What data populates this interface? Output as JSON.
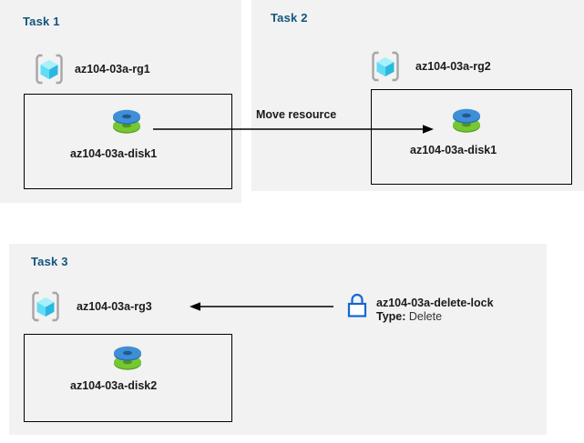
{
  "diagram": {
    "title": "Azure resource group tasks diagram",
    "colors": {
      "panel_background": "#f2f2f2",
      "page_background": "#ffffff",
      "task_heading": "#11557c",
      "box_border": "#000000",
      "arrow": "#000000",
      "disk_top": "#3a8ad8",
      "disk_bottom": "#6cb72e",
      "lock": "#1266d6",
      "rg_cube": "#5ce0f5",
      "rg_bracket": "#a6a6a6"
    }
  },
  "tasks": [
    {
      "id": "task1",
      "title": "Task 1",
      "resource_group": {
        "icon": "resource-group-icon",
        "label": "az104-03a-rg1"
      },
      "resource": {
        "icon": "managed-disk-icon",
        "label": "az104-03a-disk1"
      }
    },
    {
      "id": "task2",
      "title": "Task 2",
      "resource_group": {
        "icon": "resource-group-icon",
        "label": "az104-03a-rg2"
      },
      "resource": {
        "icon": "managed-disk-icon",
        "label": "az104-03a-disk1"
      }
    },
    {
      "id": "task3",
      "title": "Task 3",
      "resource_group": {
        "icon": "resource-group-icon",
        "label": "az104-03a-rg3"
      },
      "resource": {
        "icon": "managed-disk-icon",
        "label": "az104-03a-disk2"
      },
      "lock": {
        "icon": "lock-icon",
        "name": "az104-03a-delete-lock",
        "type_label": "Type:",
        "type_value": "Delete"
      }
    }
  ],
  "connectors": [
    {
      "id": "move-resource-arrow",
      "label": "Move resource",
      "direction": "right",
      "from": "az104-03a-disk1",
      "to": "az104-03a-rg2"
    },
    {
      "id": "lock-applies-arrow",
      "label": "",
      "direction": "left",
      "from": "az104-03a-delete-lock",
      "to": "az104-03a-rg3"
    }
  ]
}
